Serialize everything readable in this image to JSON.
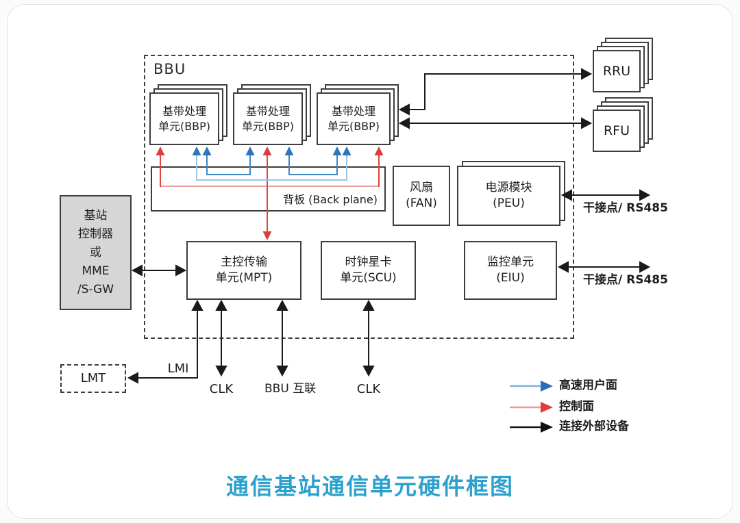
{
  "title": "通信基站通信单元硬件框图",
  "colors": {
    "user_plane_blue": "#2e74ba",
    "user_plane_blue_light": "#9bc7e6",
    "control_red": "#dd3c3c",
    "control_red_light": "#f0a2a2",
    "external_black": "#1a1a1a",
    "title_blue": "#2ba1cd",
    "controller_fill": "#d6d6d6"
  },
  "bbu": {
    "label": "BBU"
  },
  "boxes": {
    "bbp1": {
      "line1": "基带处理",
      "line2": "单元(BBP)"
    },
    "bbp2": {
      "line1": "基带处理",
      "line2": "单元(BBP)"
    },
    "bbp3": {
      "line1": "基带处理",
      "line2": "单元(BBP)"
    },
    "backplane": {
      "label": "背板 (Back plane)"
    },
    "fan": {
      "line1": "风扇",
      "line2": "(FAN)"
    },
    "peu": {
      "line1": "电源模块",
      "line2": "(PEU)"
    },
    "mpt": {
      "line1": "主控传输",
      "line2": "单元(MPT)"
    },
    "scu": {
      "line1": "时钟星卡",
      "line2": "单元(SCU)"
    },
    "eiu": {
      "line1": "监控单元",
      "line2": "(EIU)"
    },
    "controller": {
      "line1": "基站",
      "line2": "控制器",
      "line3": "或",
      "line4": "MME",
      "line5": "/S-GW"
    },
    "lmt": {
      "label": "LMT"
    },
    "rru": {
      "label": "RRU"
    },
    "rfu": {
      "label": "RFU"
    }
  },
  "port_labels": {
    "lmi": "LMI",
    "clk_mpt": "CLK",
    "bbu_link_line1": "BBU",
    "bbu_link_line2": "互联",
    "clk_scu": "CLK",
    "dry_contact_1_line1": "干接点/",
    "dry_contact_1_line2": "RS485",
    "dry_contact_2_line1": "干接点/",
    "dry_contact_2_line2": "RS485"
  },
  "legend": {
    "user_plane": "高速用户面",
    "control_plane": "控制面",
    "external": "连接外部设备"
  }
}
